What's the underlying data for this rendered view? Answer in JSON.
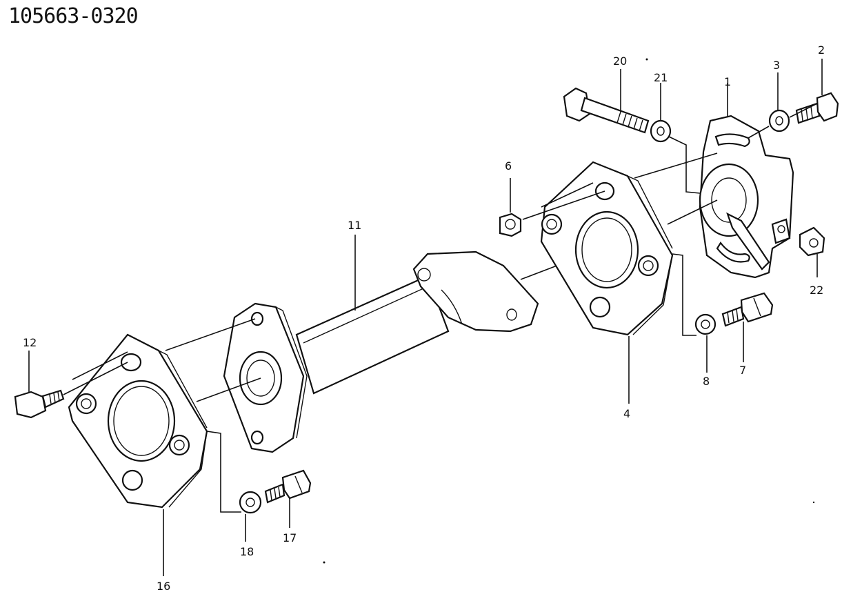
{
  "title": "105663-0320",
  "labels": {
    "l1": "1",
    "l2": "2",
    "l3": "3",
    "l4": "4",
    "l6": "6",
    "l7": "7",
    "l8": "8",
    "l11": "11",
    "l12": "12",
    "l16": "16",
    "l17": "17",
    "l18": "18",
    "l20": "20",
    "l21": "21",
    "l22": "22"
  }
}
